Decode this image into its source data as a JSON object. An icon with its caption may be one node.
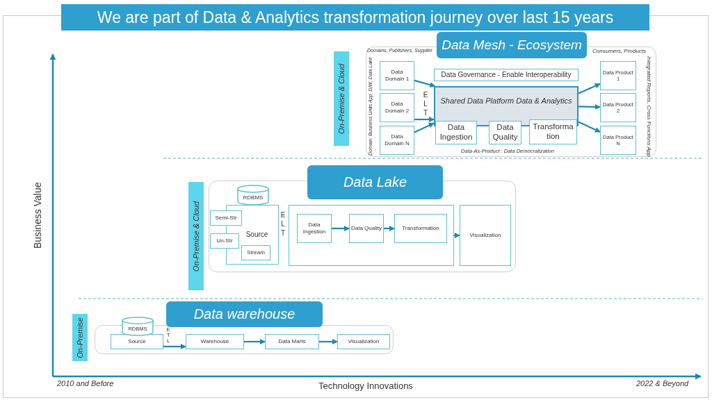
{
  "diagram": {
    "title": "We are part of Data & Analytics transformation journey over last 15 years",
    "nodes": [
      {
        "text": [
          "Data Mesh - Ecosystem"
        ]
      },
      {
        "text": [
          "Data Domain 1"
        ],
        "in": 0
      },
      {
        "text": [
          "Data Domain 2"
        ],
        "in": 0
      },
      {
        "text": [
          "Data Domain N"
        ],
        "in": 0
      },
      {
        "text": [
          "Data Governance - Enable Interoperability"
        ],
        "in": 0
      },
      {
        "text": [
          "Shared Data Platform Data & Analytics"
        ],
        "in": 0
      },
      {
        "text": [
          "Data Ingestion"
        ],
        "in": 0
      },
      {
        "text": [
          "Data Quality"
        ],
        "in": 0
      },
      {
        "text": [
          "Transformation"
        ],
        "in": 0
      },
      {
        "text": [
          "Data Product 1"
        ],
        "in": 0
      },
      {
        "text": [
          "Data Product 2"
        ],
        "in": 0
      },
      {
        "text": [
          "Data Product N"
        ],
        "in": 0
      },
      {
        "text": [
          "On-Premise & Cloud"
        ]
      },
      {
        "text": [
          "Data Lake"
        ]
      },
      {
        "text": [
          "Source"
        ],
        "in": 13
      },
      {
        "text": [
          "RDBMS"
        ],
        "in": 13
      },
      {
        "text": [
          "Semi-Str"
        ],
        "in": 13
      },
      {
        "text": [
          "Un-Str"
        ],
        "in": 13
      },
      {
        "text": [
          "Stream"
        ],
        "in": 14
      },
      {
        "text": [],
        "shape": "box",
        "in": 13
      },
      {
        "text": [
          "Data Ingestion"
        ],
        "in": 19
      },
      {
        "text": [
          "Data Quality"
        ],
        "in": 19
      },
      {
        "text": [
          "Transformation"
        ],
        "in": 19
      },
      {
        "text": [
          "Visualization"
        ],
        "in": 13
      },
      {
        "text": [
          "On-Premise & Cloud"
        ]
      },
      {
        "text": [
          "Data warehouse"
        ]
      },
      {
        "text": [
          "Source"
        ],
        "in": 25
      },
      {
        "text": [
          "RDBMS"
        ]
      },
      {
        "text": [
          "Warehouse"
        ],
        "in": 25
      },
      {
        "text": [
          "Data Marts"
        ],
        "in": 25
      },
      {
        "text": [
          "Visualization"
        ],
        "in": 25
      },
      {
        "text": [
          "On-Premise"
        ]
      }
    ],
    "edges": [
      {
        "from": 1,
        "to": 5,
        "arrow": "to"
      },
      {
        "from": 2,
        "to": 5,
        "arrow": "to"
      },
      {
        "from": 3,
        "to": 5,
        "arrow": "to"
      },
      {
        "from": 5,
        "to": 9,
        "arrow": "to"
      },
      {
        "from": 5,
        "to": 10,
        "arrow": "to"
      },
      {
        "from": 5,
        "to": 11,
        "arrow": "to"
      },
      {
        "from": 20,
        "to": 21,
        "arrow": "to"
      },
      {
        "from": 21,
        "to": 22,
        "arrow": "to"
      },
      {
        "from": 19,
        "to": 23,
        "arrow": "to"
      },
      {
        "from": 26,
        "to": 28,
        "arrow": "to"
      },
      {
        "from": 28,
        "to": 29,
        "arrow": "to"
      },
      {
        "from": 29,
        "to": 30,
        "arrow": "to"
      }
    ],
    "labels": [
      "Domains, Publishers, Supplier",
      "Consumers, Products",
      "Domain: Business Units App, D/W, Data Lake",
      "E L T",
      "Integrated Reports, Cross Functions App",
      "Data-As-Product : Data Democratization",
      "E L T",
      "E T L",
      "Business Value",
      "2010 and Before",
      "Technology Innovations",
      "2022 & Beyond"
    ]
  }
}
